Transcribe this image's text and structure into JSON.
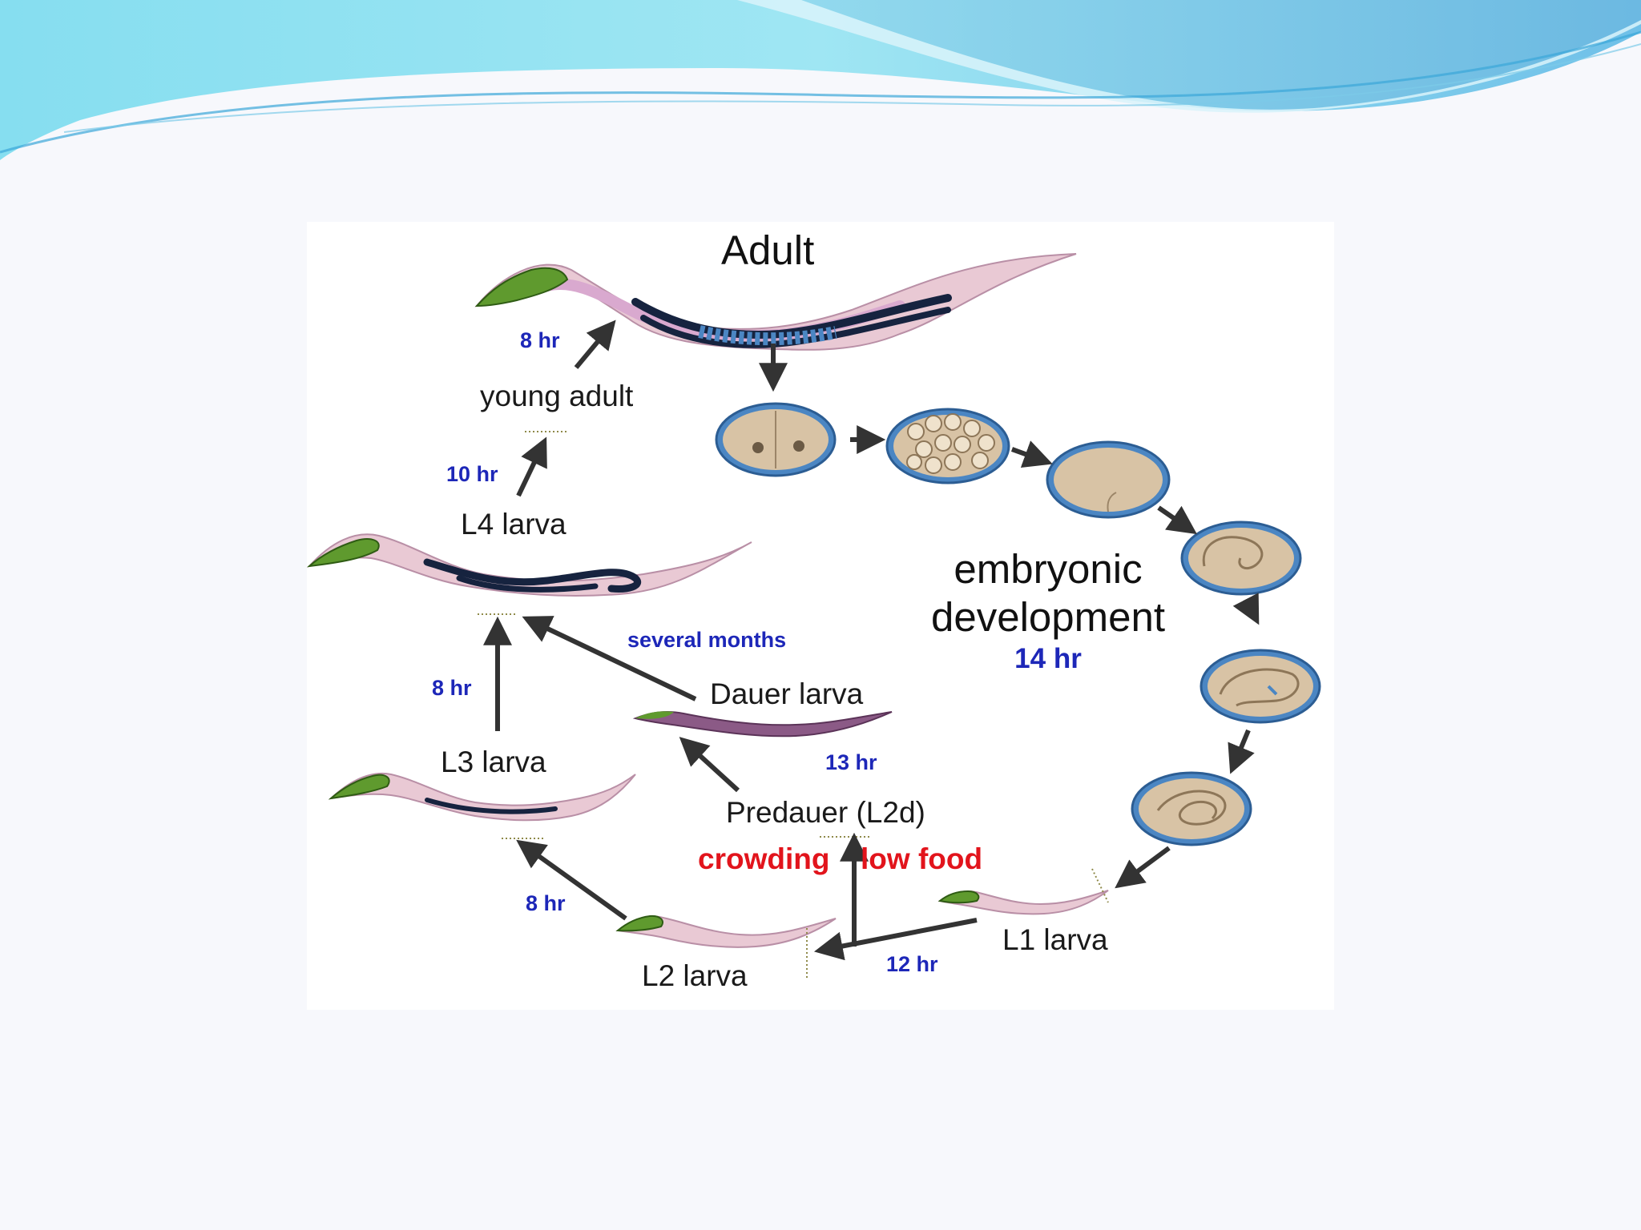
{
  "stages": {
    "adult": "Adult",
    "young_adult": "young adult",
    "l4": "L4 larva",
    "l3": "L3 larva",
    "l2": "L2 larva",
    "l1": "L1 larva",
    "dauer": "Dauer larva",
    "predauer": "Predauer (L2d)"
  },
  "durations": {
    "young_to_adult": "8 hr",
    "l4_to_young": "10 hr",
    "l3_to_l4": "8 hr",
    "l2_to_l3": "8 hr",
    "l1_to_l2": "12 hr",
    "predauer_to_dauer": "13 hr",
    "dauer_to_l4": "several months"
  },
  "embryo": {
    "label_line1": "embryonic",
    "label_line2": "development",
    "duration": "14 hr"
  },
  "cues": {
    "left": "crowding",
    "right": "low food"
  },
  "colors": {
    "duration_text": "#1d27b8",
    "cue_text": "#e2141c",
    "worm_body": "#d9a9cf",
    "worm_pharynx": "#5f9a2e",
    "gonad": "#16233f",
    "embryo_fill": "#d8c3a5",
    "eggshell": "#4b86c3"
  },
  "icons": [
    "wave-header",
    "worm",
    "embryo",
    "arrow"
  ]
}
